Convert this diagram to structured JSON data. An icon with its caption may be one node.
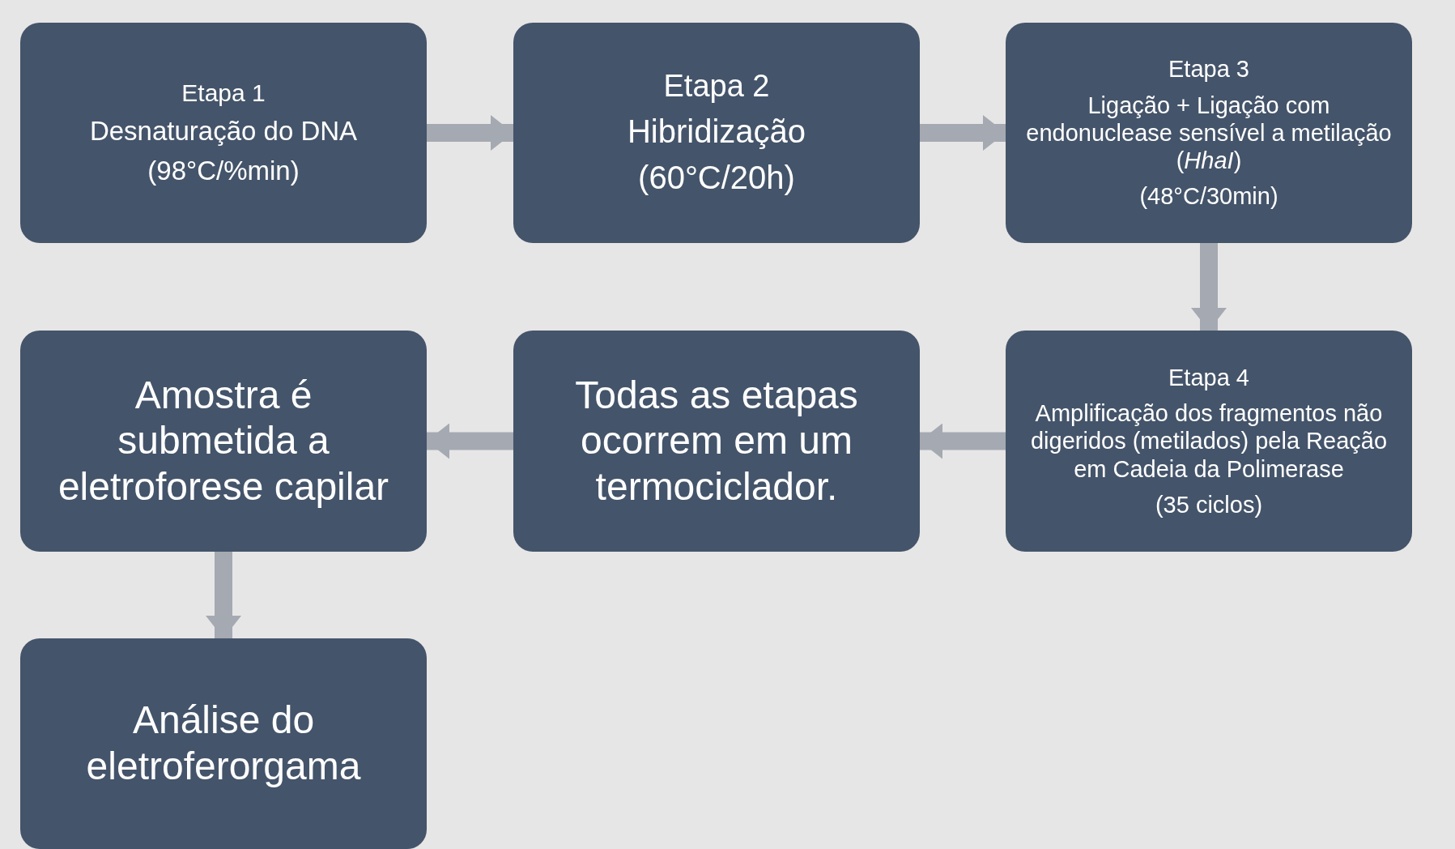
{
  "diagram": {
    "nodes": [
      {
        "text": [
          "Etapa 1",
          "Desnaturação do DNA",
          "(98°C/%min)"
        ]
      },
      {
        "text": [
          "Etapa 2",
          "Hibridização",
          "(60°C/20h)"
        ]
      },
      {
        "text": [
          "Etapa 3",
          "Ligação + Ligação com endonuclease sensível a metilação (*HhaI*)",
          "(48°C/30min)"
        ]
      },
      {
        "text": [
          "Etapa 4",
          "Amplificação dos fragmentos não digeridos (metilados) pela Reação em Cadeia da Polimerase",
          "(35 ciclos)"
        ]
      },
      {
        "text": [
          "Todas as etapas ocorrem em um termociclador."
        ]
      },
      {
        "text": [
          "Amostra é submetida a eletroforese capilar"
        ]
      },
      {
        "text": [
          "Análise do eletroferorgama"
        ]
      }
    ],
    "edges": [
      {
        "from": 0,
        "to": 1,
        "arrow": "to"
      },
      {
        "from": 1,
        "to": 2,
        "arrow": "to"
      },
      {
        "from": 2,
        "to": 3,
        "arrow": "to"
      },
      {
        "from": 3,
        "to": 4,
        "arrow": "to"
      },
      {
        "from": 4,
        "to": 5,
        "arrow": "to"
      },
      {
        "from": 5,
        "to": 6,
        "arrow": "to"
      }
    ]
  }
}
